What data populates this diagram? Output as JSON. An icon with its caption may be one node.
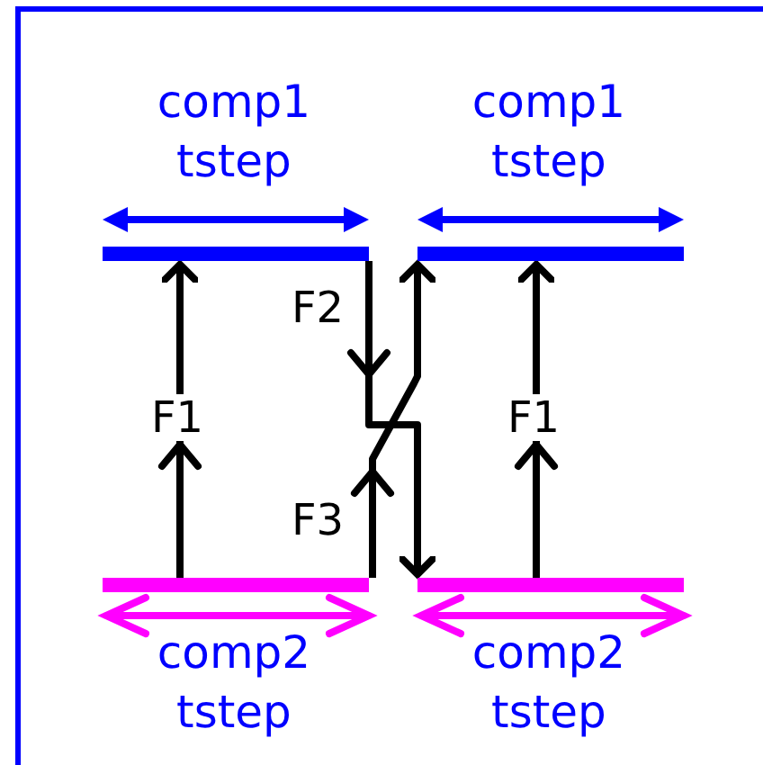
{
  "diagram": {
    "nodes": [
      {
        "text": [],
        "shape": "bar",
        "beside": [
          "comp1 tstep"
        ]
      },
      {
        "text": [],
        "shape": "bar",
        "beside": [
          "comp1 tstep"
        ]
      },
      {
        "text": [],
        "shape": "bar",
        "beside": [
          "comp2 tstep"
        ]
      },
      {
        "text": [],
        "shape": "bar",
        "beside": [
          "comp2 tstep"
        ]
      }
    ],
    "edges": [
      {
        "from": 2,
        "to": 0,
        "arrow": "to",
        "label": "F1"
      },
      {
        "from": 3,
        "to": 1,
        "arrow": "to",
        "label": "F1"
      },
      {
        "from": 0,
        "to": 3,
        "arrow": "to",
        "label": "F2"
      },
      {
        "from": 2,
        "to": 1,
        "arrow": "to",
        "label": "F3"
      }
    ]
  }
}
